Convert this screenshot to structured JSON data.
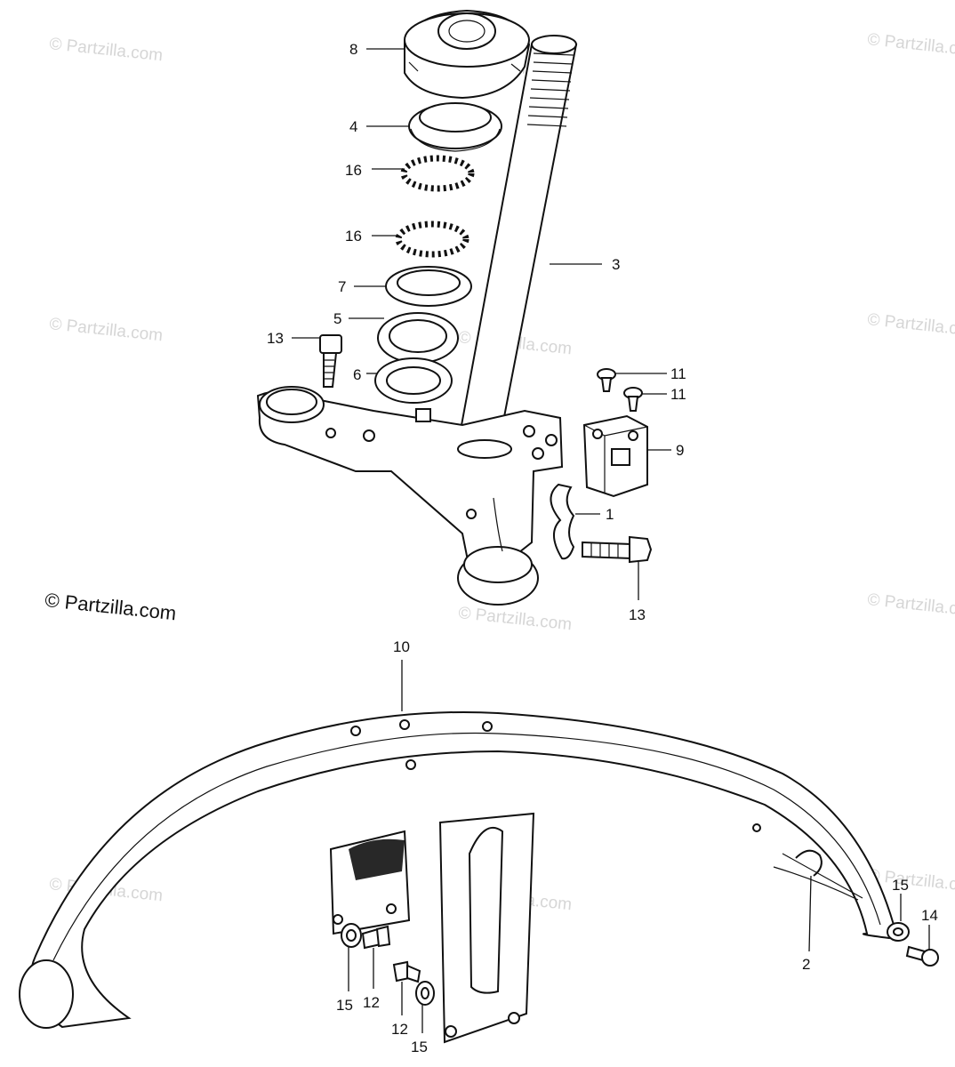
{
  "credit": "© Partzilla.com",
  "watermark": "© Partzilla.com",
  "callouts": [
    {
      "id": "c8",
      "label": "8"
    },
    {
      "id": "c4",
      "label": "4"
    },
    {
      "id": "c16a",
      "label": "16"
    },
    {
      "id": "c16b",
      "label": "16"
    },
    {
      "id": "c3",
      "label": "3"
    },
    {
      "id": "c7",
      "label": "7"
    },
    {
      "id": "c5",
      "label": "5"
    },
    {
      "id": "c13a",
      "label": "13"
    },
    {
      "id": "c6",
      "label": "6"
    },
    {
      "id": "c11a",
      "label": "11"
    },
    {
      "id": "c11b",
      "label": "11"
    },
    {
      "id": "c9",
      "label": "9"
    },
    {
      "id": "c1",
      "label": "1"
    },
    {
      "id": "c13b",
      "label": "13"
    },
    {
      "id": "c10",
      "label": "10"
    },
    {
      "id": "c15a",
      "label": "15"
    },
    {
      "id": "c14",
      "label": "14"
    },
    {
      "id": "c2",
      "label": "2"
    },
    {
      "id": "c15b",
      "label": "15"
    },
    {
      "id": "c12a",
      "label": "12"
    },
    {
      "id": "c12b",
      "label": "12"
    },
    {
      "id": "c15c",
      "label": "15"
    }
  ]
}
